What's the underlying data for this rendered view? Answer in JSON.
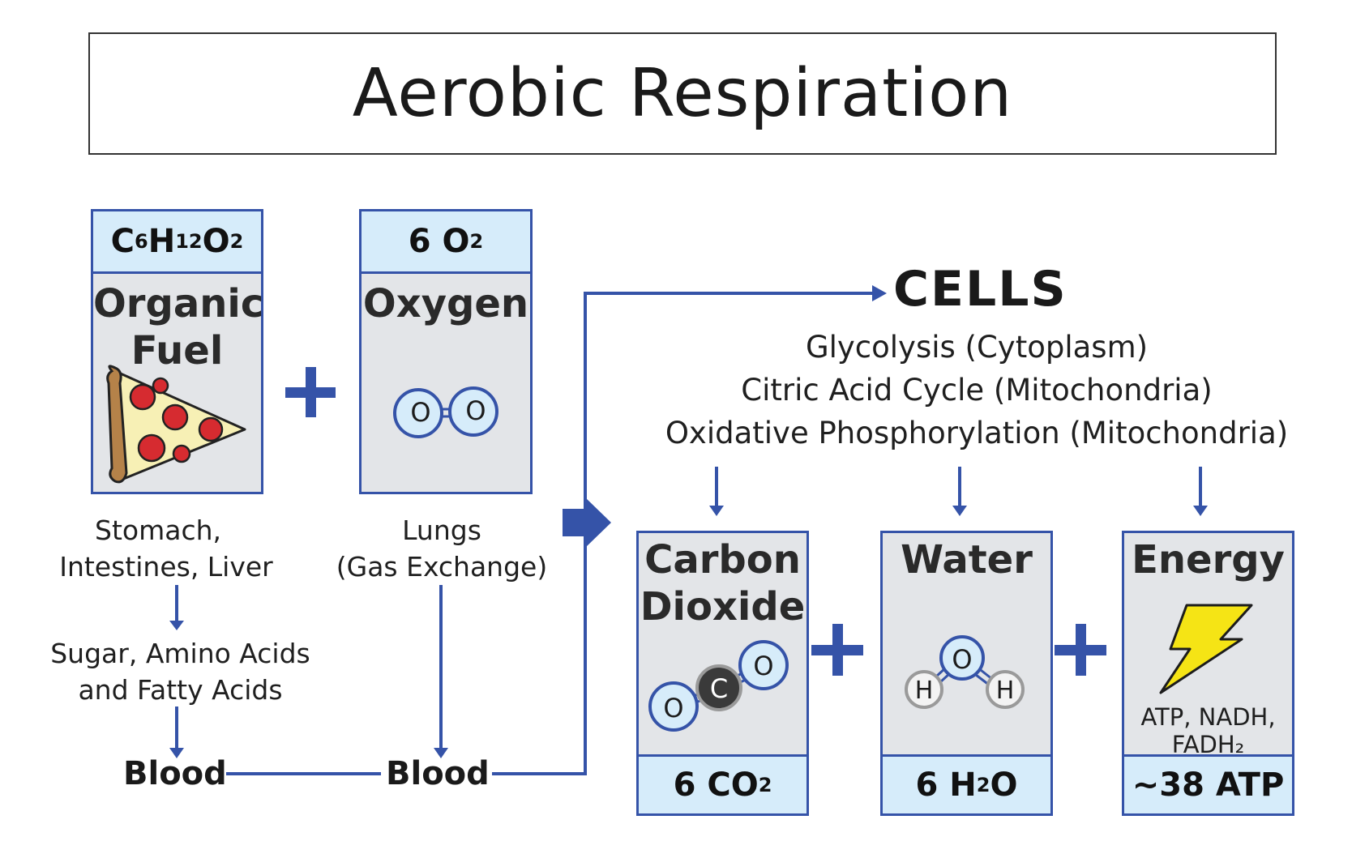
{
  "title": "Aerobic Respiration",
  "inputs": {
    "fuel": {
      "formula_parts": [
        "C",
        "6",
        "H",
        "12",
        "O",
        "2"
      ],
      "name_line1": "Organic",
      "name_line2": "Fuel",
      "location_line1": "Stomach,",
      "location_line2": "Intestines, Liver",
      "products_line1": "Sugar, Amino Acids",
      "products_line2": "and Fatty Acids",
      "icon": "pizza-slice-icon"
    },
    "oxygen": {
      "formula_main": "6 O",
      "formula_sub": "2",
      "name": "Oxygen",
      "location_line1": "Lungs",
      "location_line2": "(Gas Exchange)",
      "atom1": "O",
      "atom2": "O",
      "icon": "oxygen-molecule-icon"
    },
    "blood_left": "Blood",
    "blood_right": "Blood"
  },
  "cells": {
    "title": "CELLS",
    "stages": [
      "Glycolysis (Cytoplasm)",
      "Citric Acid Cycle (Mitochondria)",
      "Oxidative Phosphorylation (Mitochondria)"
    ]
  },
  "outputs": {
    "co2": {
      "name_line1": "Carbon",
      "name_line2": "Dioxide",
      "formula_main": "6 CO",
      "formula_sub": "2",
      "atom_o1": "O",
      "atom_c": "C",
      "atom_o2": "O",
      "icon": "carbon-dioxide-molecule-icon"
    },
    "water": {
      "name": "Water",
      "formula_pre": "6 H",
      "formula_sub": "2",
      "formula_post": "O",
      "atom_o": "O",
      "atom_h1": "H",
      "atom_h2": "H",
      "icon": "water-molecule-icon"
    },
    "energy": {
      "name": "Energy",
      "detail_line1": "ATP, NADH,",
      "detail_line2": "FADH₂",
      "formula": "~38 ATP",
      "icon": "lightning-bolt-icon"
    }
  },
  "colors": {
    "accent": "#3553a8",
    "card_bg": "#e3e5e8",
    "formula_bg": "#d6ecfa",
    "atom_fill": "#d6ecfa",
    "carbon_fill": "#3a3a3a",
    "bolt": "#f5e415"
  }
}
